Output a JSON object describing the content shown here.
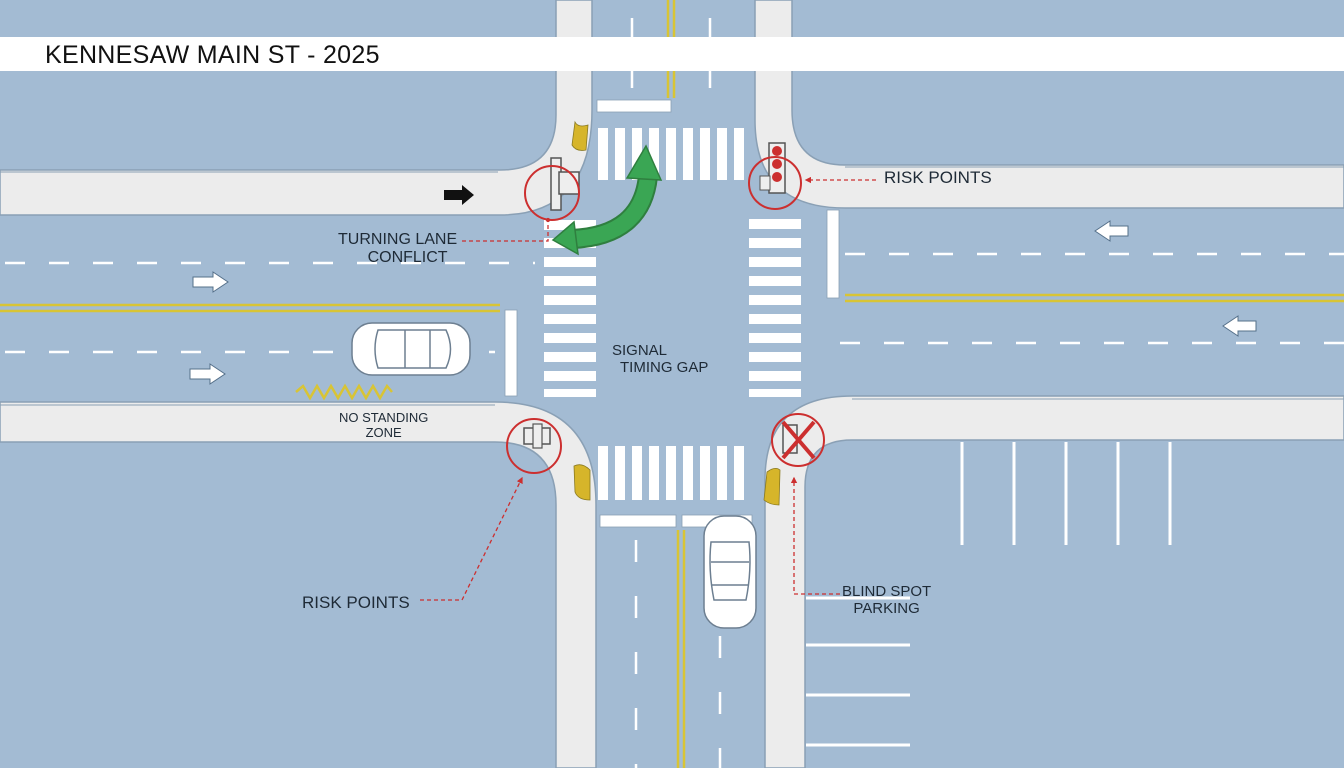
{
  "title": "KENNESAW MAIN ST - 2025",
  "annotations": {
    "risk_points_top": "RISK POINTS",
    "risk_points_bottom": "RISK POINTS",
    "turning_lane": "TURNING LANE",
    "turning_lane_line2": "CONFLICT",
    "signal_timing": "SIGNAL",
    "signal_timing_line2": "TIMING GAP",
    "no_standing": "NO STANDING",
    "no_standing_line2": "ZONE",
    "blind_spot": "BLIND SPOT",
    "blind_spot_line2": "PARKING"
  },
  "colors": {
    "pavement": "#a3bbd3",
    "sidewalk": "#ececec",
    "lane_marking": "#ffffff",
    "center_line": "#d8c435",
    "risk_marker": "#cc2f2f",
    "turn_arrow": "#3aa654",
    "tactile_paving": "#d6b52a"
  },
  "icons": [
    "traffic-signal-icon",
    "pedestrian-signal-icon",
    "no-entry-icon",
    "car-icon",
    "direction-arrow-icon",
    "turn-arrow-icon"
  ]
}
